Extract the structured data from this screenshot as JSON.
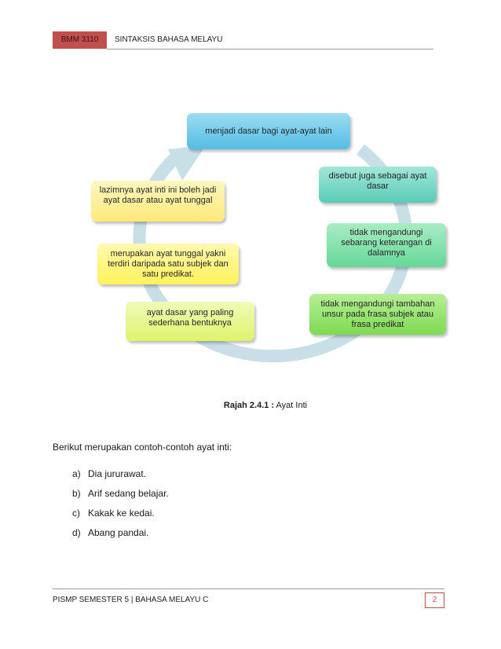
{
  "header": {
    "code": "BMM 3110",
    "title": "SINTAKSIS BAHASA MELAYU"
  },
  "diagram": {
    "top": "menjadi dasar bagi ayat-ayat lain",
    "right_1": "disebut juga sebagai ayat dasar",
    "right_2": "tidak mengandungi sebarang keterangan di dalamnya",
    "right_3": "tidak mengandungi tambahan unsur pada frasa subjek atau frasa predikat",
    "left_1": "lazimnya ayat inti ini boleh jadi ayat dasar atau ayat tunggal",
    "left_2": "merupakan ayat tunggal yakni terdiri daripada satu subjek dan satu predikat.",
    "left_3": "ayat dasar yang paling sederhana bentuknya",
    "cycle_color": "#c9dfe8"
  },
  "caption": {
    "label": "Rajah 2.4.1 :",
    "text": "Ayat Inti"
  },
  "body": {
    "intro": "Berikut merupakan contoh-contoh ayat inti:",
    "examples": [
      {
        "label": "a)",
        "text": "Dia jururawat."
      },
      {
        "label": "b)",
        "text": "Arif sedang belajar."
      },
      {
        "label": "c)",
        "text": "Kakak ke kedai."
      },
      {
        "label": "d)",
        "text": "Abang pandai."
      }
    ]
  },
  "footer": {
    "text": "PISMP SEMESTER 5 | BAHASA MELAYU C",
    "page": "2"
  }
}
